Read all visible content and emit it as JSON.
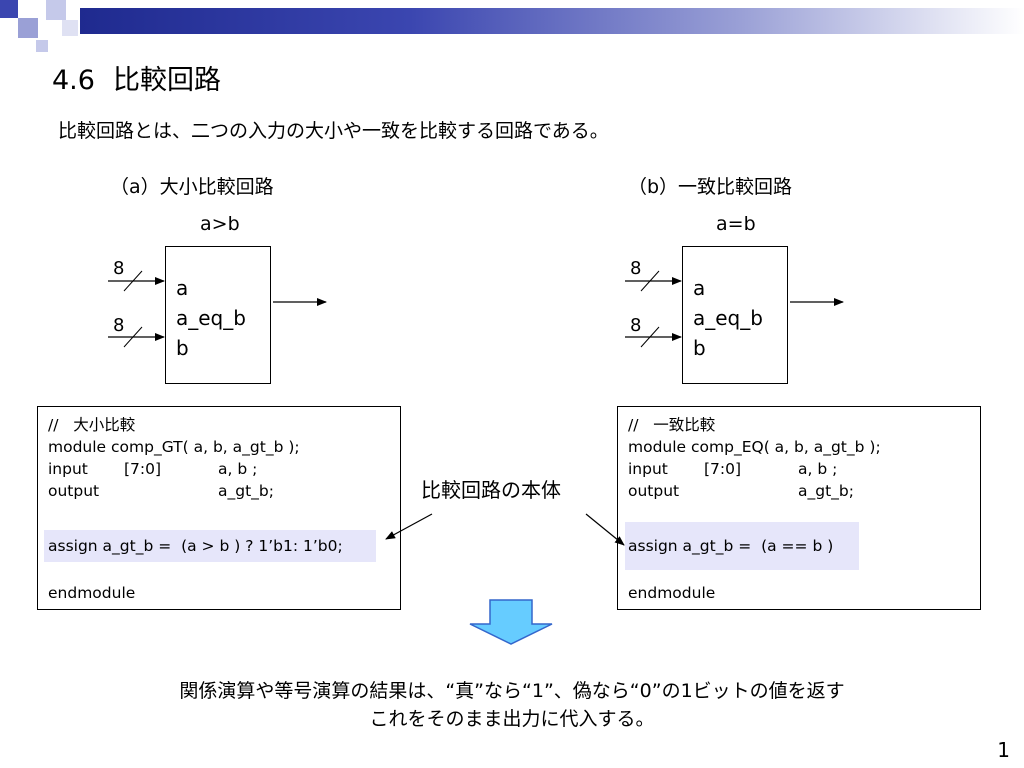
{
  "slide": {
    "title_number": "4.6",
    "title_text": "比較回路",
    "intro": "比較回路とは、二つの入力の大小や一致を比較する回路である。",
    "page_number": "1",
    "callout": "比較回路の本体",
    "bottom_line1": "関係演算や等号演算の結果は、“真”なら“1”、偽なら“0”の1ビットの値を返す",
    "bottom_line2": "これをそのまま出力に代入する。"
  },
  "left": {
    "subtitle": "（a）大小比較回路",
    "condition": "a>b",
    "bus_width_a": "8",
    "bus_width_b": "8",
    "port_a": "a",
    "port_out": "a_eq_b",
    "port_b": "b",
    "code": {
      "comment": "//   大小比較",
      "module": "module comp_GT( a, b, a_gt_b );",
      "input_kw": "input",
      "input_range": "[7:0]",
      "input_ports": "a, b ;",
      "output_kw": "output",
      "output_port": "a_gt_b;",
      "assign": "assign a_gt_b =  (a > b ) ? 1’b1: 1’b0;",
      "end": "endmodule"
    }
  },
  "right": {
    "subtitle": "（b）一致比較回路",
    "condition": "a=b",
    "bus_width_a": "8",
    "bus_width_b": "8",
    "port_a": "a",
    "port_out": "a_eq_b",
    "port_b": "b",
    "code": {
      "comment": "//   一致比較",
      "module": "module comp_EQ( a, b, a_gt_b );",
      "input_kw": "input",
      "input_range": "[7:0]",
      "input_ports": "a, b ;",
      "output_kw": "output",
      "output_port": "a_gt_b;",
      "assign": "assign a_gt_b =  (a == b )",
      "end": "endmodule"
    }
  },
  "colors": {
    "title_bar_dark": "#1f2a8f",
    "decor_square": "#3b46b0",
    "highlight": "#e6e6fa",
    "down_arrow_fill": "#66ccff",
    "down_arrow_stroke": "#3366cc"
  }
}
